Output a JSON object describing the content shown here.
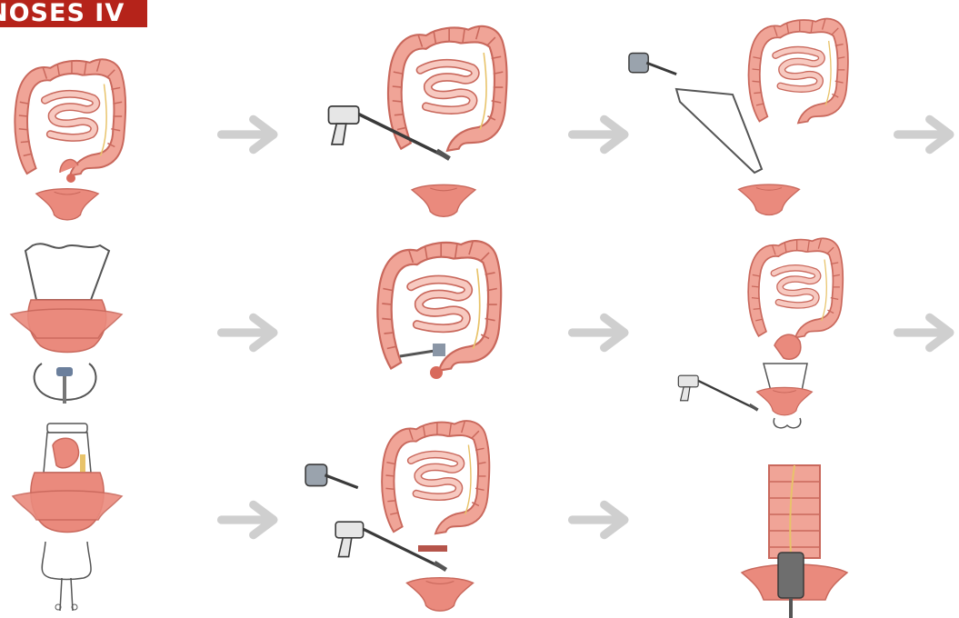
{
  "banner": {
    "text": "NOSES IV"
  },
  "arrow": {
    "color": "#cfcfcf",
    "icon": "right-arrow-icon"
  },
  "colors": {
    "colon_fill": "#f0a497",
    "colon_stroke": "#c9685c",
    "intestine_fill": "#f7c9c0",
    "rectum_fill": "#ea8a7d",
    "instrument": "#4a4a4a",
    "nerve": "#e8c36a",
    "banner": "#b5231a"
  },
  "steps": [
    {
      "row": 1,
      "col": 1,
      "figure": "colon-with-tumor"
    },
    {
      "row": 1,
      "col": 2,
      "figure": "stapler-transection"
    },
    {
      "row": 1,
      "col": 3,
      "figure": "trocar-specimen-bag"
    },
    {
      "row": 2,
      "col": 1,
      "figure": "anvil-insertion"
    },
    {
      "row": 2,
      "col": 2,
      "figure": "anvil-placement"
    },
    {
      "row": 2,
      "col": 3,
      "figure": "specimen-extraction"
    },
    {
      "row": 3,
      "col": 1,
      "figure": "specimen-in-bag"
    },
    {
      "row": 3,
      "col": 2,
      "figure": "rectal-stump-closure"
    },
    {
      "row": 3,
      "col": 3,
      "figure": "anastomosis"
    }
  ]
}
